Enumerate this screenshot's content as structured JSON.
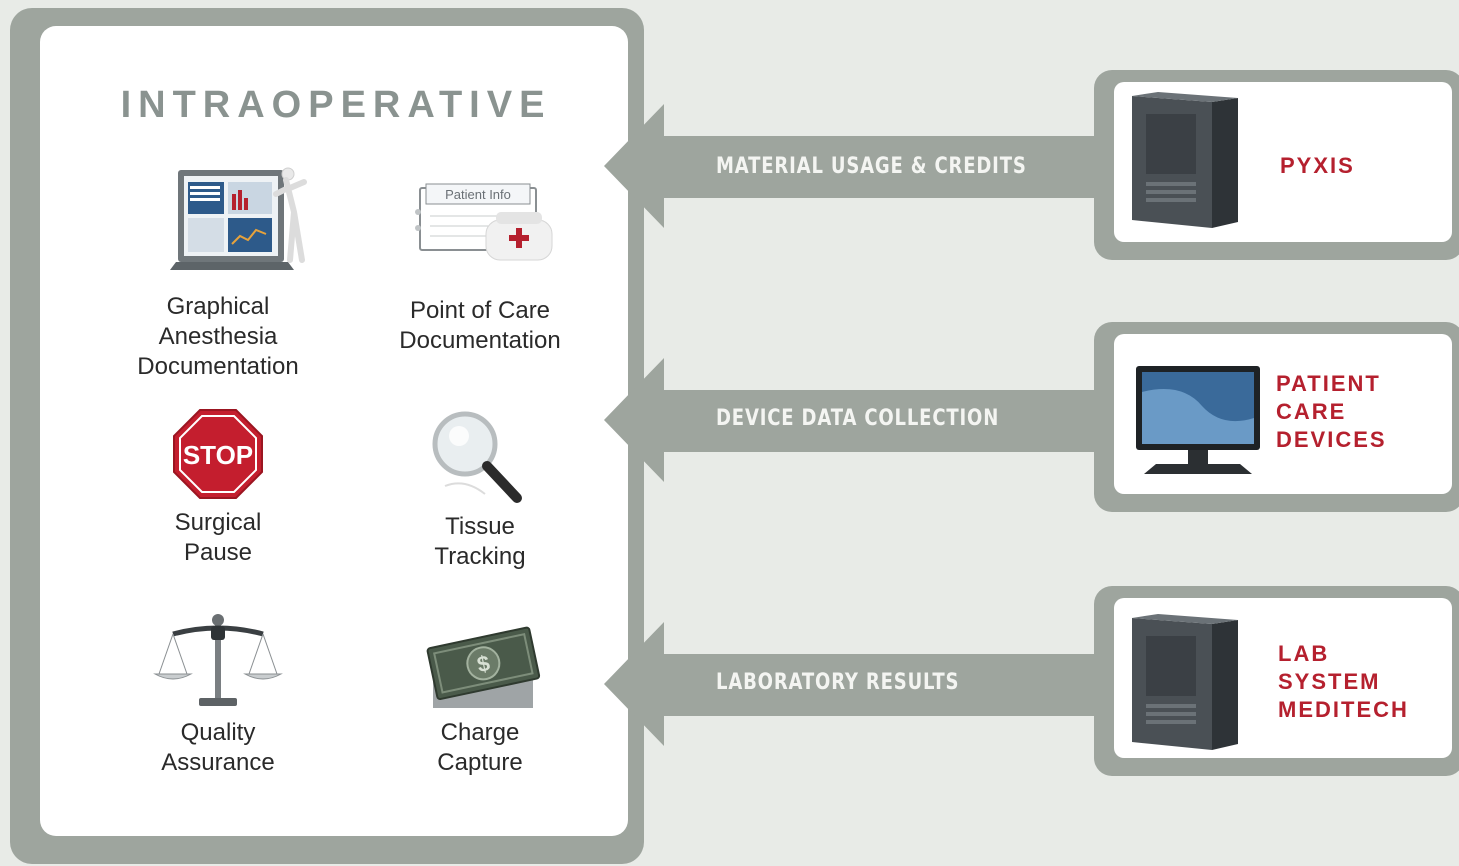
{
  "panel": {
    "title": "INTRAOPERATIVE",
    "features": [
      {
        "label": "Graphical\nAnesthesia\nDocumentation",
        "icon": "monitor-with-figure-icon"
      },
      {
        "label": "Point of Care\nDocumentation",
        "icon": "patient-info-card-icon",
        "icon_text": "Patient Info"
      },
      {
        "label": "Surgical\nPause",
        "icon": "stop-sign-icon",
        "icon_text": "STOP"
      },
      {
        "label": "Tissue\nTracking",
        "icon": "magnifying-glass-icon"
      },
      {
        "label": "Quality\nAssurance",
        "icon": "balance-scale-icon"
      },
      {
        "label": "Charge\nCapture",
        "icon": "money-bill-icon",
        "icon_text": "$"
      }
    ]
  },
  "flows": [
    {
      "label": "MATERIAL USAGE & CREDITS",
      "system": "PYXIS",
      "system_icon": "server-tower-icon"
    },
    {
      "label": "DEVICE DATA COLLECTION",
      "system": "PATIENT\nCARE\nDEVICES",
      "system_icon": "monitor-icon"
    },
    {
      "label": "LABORATORY RESULTS",
      "system": "LAB\nSYSTEM\nMEDITECH",
      "system_icon": "server-tower-icon"
    }
  ],
  "colors": {
    "background": "#e8ebe7",
    "frame": "#9ea59e",
    "accent_red": "#b5202e",
    "title_gray": "#8a9390"
  }
}
